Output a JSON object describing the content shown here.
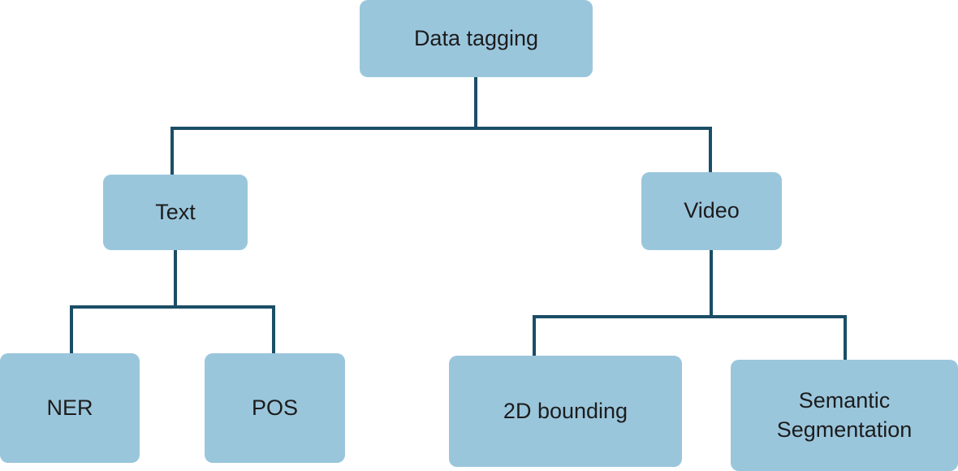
{
  "diagram": {
    "type": "tree",
    "colors": {
      "node_fill": "#9AC6DC",
      "line": "#1B4E66",
      "text": "#1C1C1C",
      "background": "#FFFFFF"
    },
    "nodes": {
      "root": {
        "label": "Data tagging",
        "children": [
          "text",
          "video"
        ]
      },
      "text": {
        "label": "Text",
        "children": [
          "ner",
          "pos"
        ]
      },
      "video": {
        "label": "Video",
        "children": [
          "bounding2d",
          "semantic"
        ]
      },
      "ner": {
        "label": "NER",
        "children": []
      },
      "pos": {
        "label": "POS",
        "children": []
      },
      "bounding2d": {
        "label": "2D bounding",
        "children": []
      },
      "semantic": {
        "label": "Semantic Segmentation",
        "children": []
      }
    }
  }
}
